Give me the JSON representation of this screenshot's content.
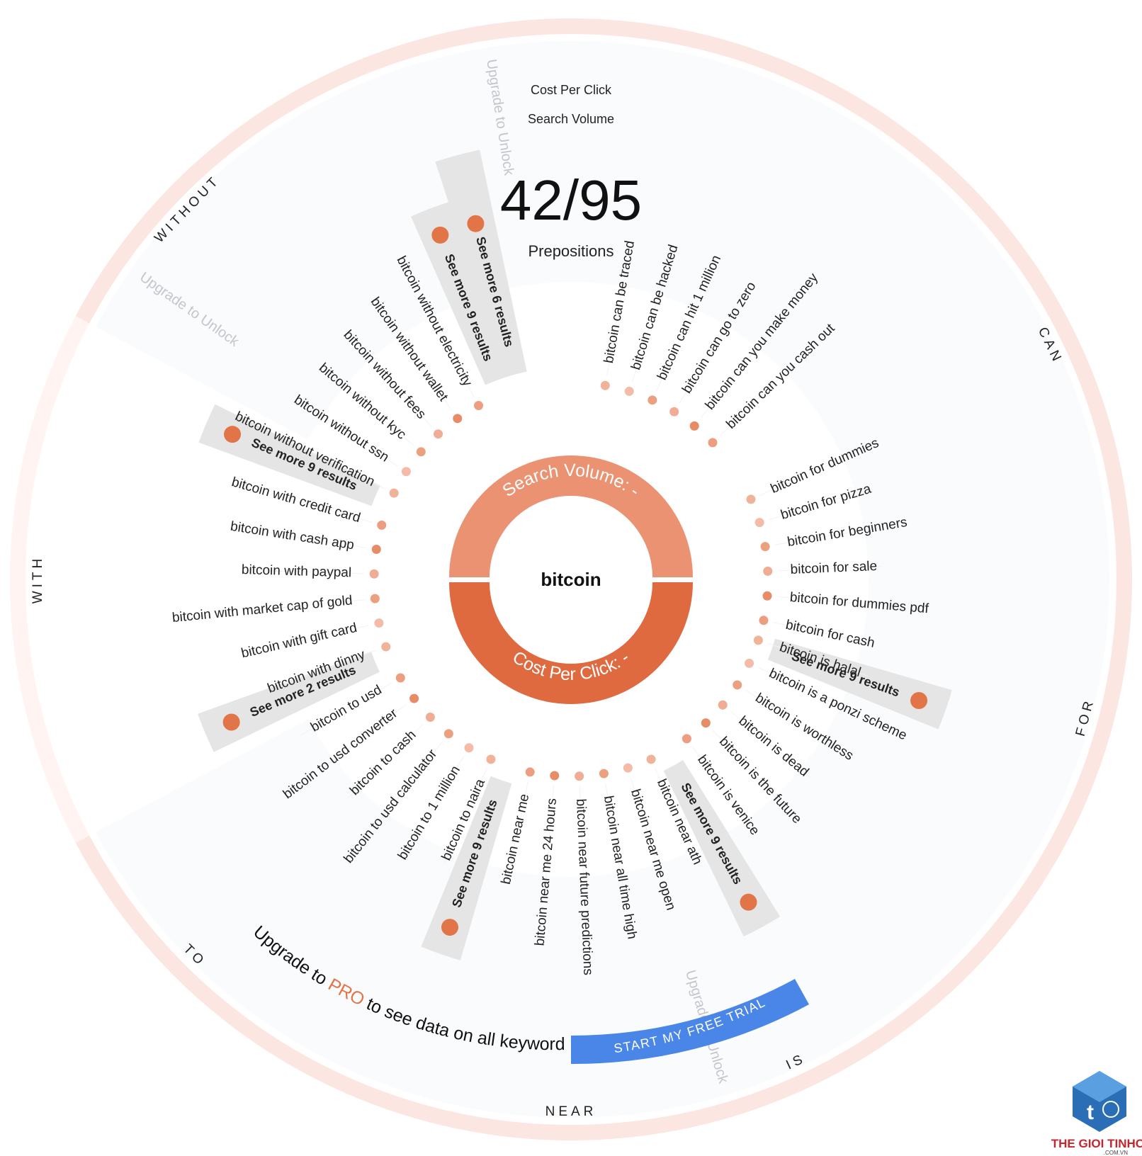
{
  "header": {
    "cost_per_click_label": "Cost Per Click",
    "search_volume_label": "Search Volume",
    "count": "42/95",
    "subtitle": "Prepositions"
  },
  "hub": {
    "seed": "bitcoin",
    "search_volume": "Search Volume: -",
    "cost_per_click": "Cost Per Click: -"
  },
  "categories": [
    {
      "name": "CAN",
      "more": null,
      "unlock": null,
      "items": [
        "bitcoin can be traced",
        "bitcoin can be hacked",
        "bitcoin can hit 1 million",
        "bitcoin can go to zero",
        "bitcoin can you make money",
        "bitcoin can you cash out"
      ]
    },
    {
      "name": "FOR",
      "more": "See more 9 results",
      "unlock": null,
      "items": [
        "bitcoin for dummies",
        "bitcoin for pizza",
        "bitcoin for beginners",
        "bitcoin for sale",
        "bitcoin for dummies pdf",
        "bitcoin for cash"
      ]
    },
    {
      "name": "IS",
      "more": "See more 9 results",
      "unlock": "Upgrade to Unlock",
      "items": [
        "bitcoin is halal",
        "bitcoin is a ponzi scheme",
        "bitcoin is worthless",
        "bitcoin is dead",
        "bitcoin is the future",
        "bitcoin is venice"
      ]
    },
    {
      "name": "NEAR",
      "more": "See more 9 results",
      "unlock": null,
      "items": [
        "bitcoin near ath",
        "bitcoin near me open",
        "bitcoin near all time high",
        "bitcoin near future predictions",
        "bitcoin near me 24 hours",
        "bitcoin near me"
      ]
    },
    {
      "name": "TO",
      "more": "See more 2 results",
      "unlock": null,
      "items": [
        "bitcoin to naira",
        "bitcoin to 1 million",
        "bitcoin to usd calculator",
        "bitcoin to cash",
        "bitcoin to usd converter",
        "bitcoin to usd"
      ]
    },
    {
      "name": "WITH",
      "more": "See more 9 results",
      "unlock": "Upgrade to Unlock",
      "items": [
        "bitcoin with dinny",
        "bitcoin with gift card",
        "bitcoin with market cap of gold",
        "bitcoin with paypal",
        "bitcoin with cash app",
        "bitcoin with credit card"
      ]
    },
    {
      "name": "WITHOUT",
      "more": "See more 9 results",
      "unlock": "Upgrade to Unlock",
      "items": [
        "bitcoin without verification",
        "bitcoin without ssn",
        "bitcoin without kyc",
        "bitcoin without fees",
        "bitcoin without wallet",
        "bitcoin without electricity"
      ]
    },
    {
      "name": "WITHOUT_MORE",
      "more": "See more 6 results",
      "unlock": null,
      "items": []
    }
  ],
  "promo": {
    "prefix": "Upgrade to ",
    "pro": "PRO",
    "suffix": " to see data on all keywords",
    "cta": "START MY FREE TRIAL"
  },
  "logo": {
    "name": "THE GIOI TINHOC",
    "sub": ".COM.VN"
  },
  "colors": {
    "accent": "#e27547",
    "accent_light": "#eb9272",
    "cta": "#4a86e8",
    "ring": "#fbe6e1",
    "band": "#e5e5e5"
  }
}
